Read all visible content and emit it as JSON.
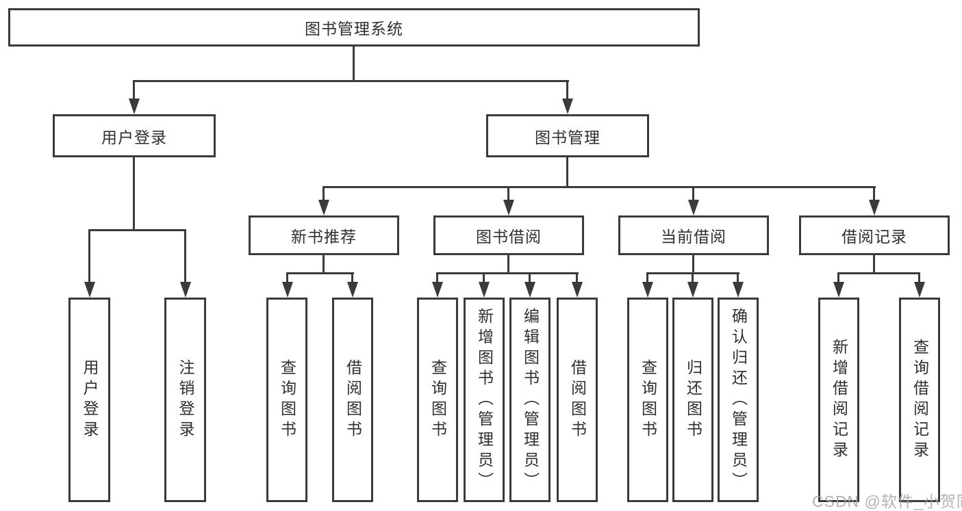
{
  "diagram": {
    "type": "hierarchy-tree",
    "title": "图书管理系统",
    "watermark": "CSDN @软件_小贺同学",
    "colors": {
      "line": "#3a3a3a",
      "box_border": "#3a3a3a",
      "box_background": "#ffffff",
      "text": "#2f2f2f",
      "watermark_text": "#a5a5a5",
      "page_background": "#ffffff"
    },
    "tree": {
      "root": {
        "label": "图书管理系统"
      },
      "children": [
        {
          "label": "用户登录",
          "children": [
            {
              "label": "用户登录"
            },
            {
              "label": "注销登录"
            }
          ]
        },
        {
          "label": "图书管理",
          "children": [
            {
              "label": "新书推荐",
              "children": [
                {
                  "label": "查询图书"
                },
                {
                  "label": "借阅图书"
                }
              ]
            },
            {
              "label": "图书借阅",
              "children": [
                {
                  "label": "查询图书"
                },
                {
                  "label": "新增图书（管理员）"
                },
                {
                  "label": "编辑图书（管理员）"
                },
                {
                  "label": "借阅图书"
                }
              ]
            },
            {
              "label": "当前借阅",
              "children": [
                {
                  "label": "查询图书"
                },
                {
                  "label": "归还图书"
                },
                {
                  "label": "确认归还（管理员）"
                }
              ]
            },
            {
              "label": "借阅记录",
              "children": [
                {
                  "label": "新增借阅记录"
                },
                {
                  "label": "查询借阅记录"
                }
              ]
            }
          ]
        }
      ]
    }
  }
}
